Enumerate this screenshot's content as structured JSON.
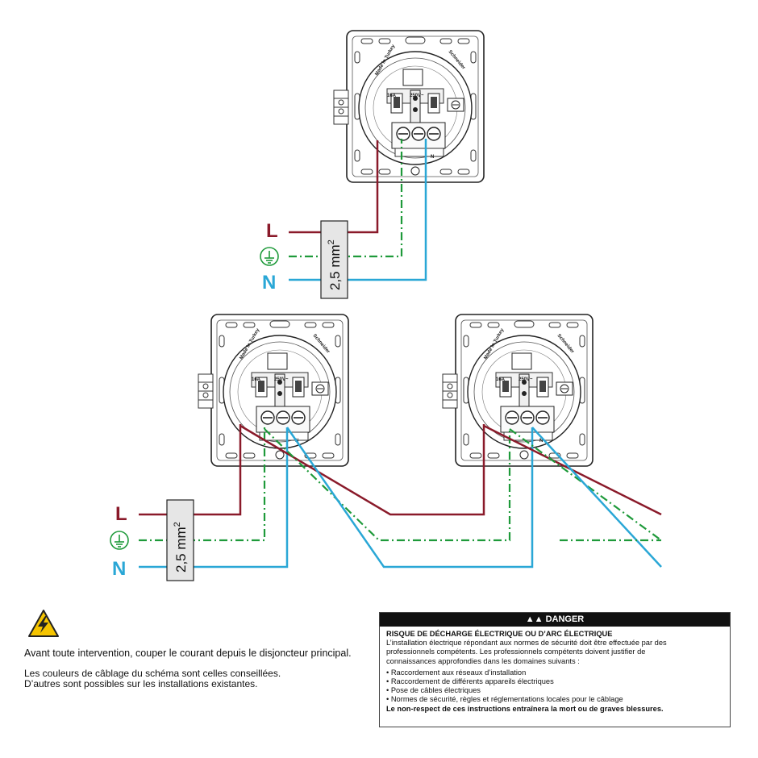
{
  "labels": {
    "line": "L",
    "neutral": "N",
    "cable_section": "2,5 mm",
    "cable_section_sup": "2"
  },
  "socket": {
    "brand": "Schneider",
    "made_in": "Made in Turkey",
    "amp_rating": "16A",
    "volt_rating": "250V~",
    "terminal_n": "N"
  },
  "colors": {
    "line_wire": "#8a1a2a",
    "earth_wire": "#1e9a3a",
    "neutral_wire": "#2aa7d6",
    "earth_symbol": "#1e9a3a"
  },
  "icons": {
    "earth": "earth-ground-icon",
    "warning": "high-voltage-warning-icon",
    "danger": "danger-triangle-icon"
  },
  "instructions": {
    "main": "Avant toute intervention, couper le courant depuis le disjoncteur principal.",
    "note_1": "Les couleurs de câblage du schéma sont celles conseillées.",
    "note_2": "D’autres sont possibles sur les installations existantes."
  },
  "danger": {
    "header": "DANGER",
    "title": "RISQUE DE DÉCHARGE ÉLECTRIQUE OU D’ARC ÉLECTRIQUE",
    "intro_1": "L’installation électrique répondant aux normes de sécurité doit être effectuée par des",
    "intro_2": "professionnels compétents. Les professionnels compétents doivent justifier de",
    "intro_3": "connaissances approfondies dans les domaines suivants :",
    "items": [
      "• Raccordement aux réseaux d’installation",
      "• Raccordement de différents appareils électriques",
      "• Pose de câbles électriques",
      "• Normes de sécurité, règles et réglementations locales pour le câblage"
    ],
    "footer": "Le non-respect de ces instructions entraînera la mort ou de graves blessures."
  }
}
